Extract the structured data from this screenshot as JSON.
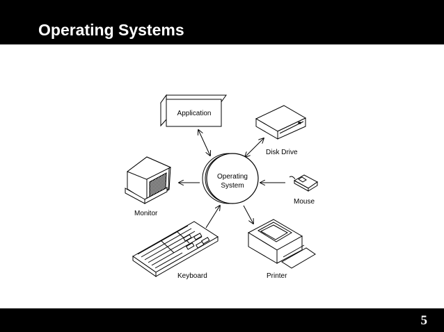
{
  "slide": {
    "title": "Operating Systems",
    "page_number": "5"
  },
  "diagram": {
    "center": {
      "line1": "Operating",
      "line2": "System"
    },
    "nodes": {
      "application": "Application",
      "disk_drive": "Disk Drive",
      "mouse": "Mouse",
      "printer": "Printer",
      "keyboard": "Keyboard",
      "monitor": "Monitor"
    }
  }
}
